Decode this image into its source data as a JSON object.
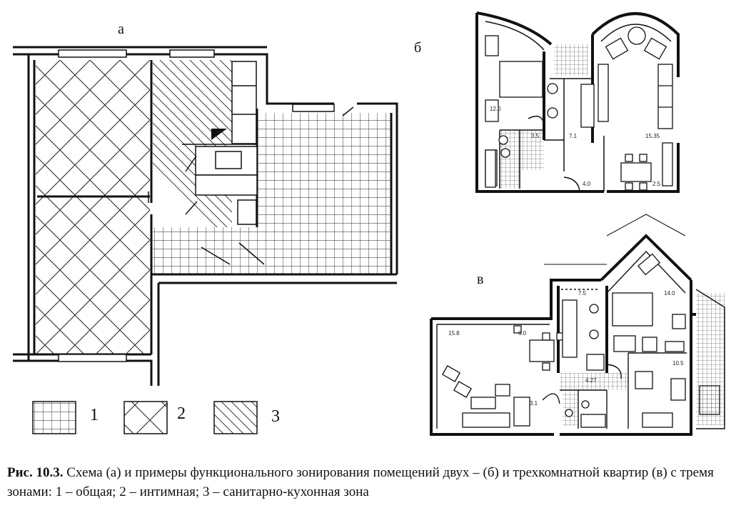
{
  "panels": {
    "a": {
      "label": "а"
    },
    "b": {
      "label": "б",
      "room_labels": [
        "12.0",
        "3.5",
        "7.1",
        "15.35",
        "4.0",
        "2.5"
      ]
    },
    "v": {
      "label": "в",
      "room_labels": [
        "15.8",
        "6.0",
        "7.5",
        "14.0",
        "10.5",
        "4.27",
        "3.1"
      ]
    }
  },
  "legend": [
    {
      "number": "1",
      "hatch": "grid"
    },
    {
      "number": "2",
      "hatch": "cross-diagonal"
    },
    {
      "number": "3",
      "hatch": "diagonal"
    }
  ],
  "caption": {
    "prefix": "Рис. 10.3.",
    "text": " Схема (а) и примеры функционального зонирования помещений двух –  (б) и трехкомнатной квартир (в) с тремя зонами: 1 – общая; 2 – интимная; 3 – санитарно-кухонная зона"
  },
  "colors": {
    "ink": "#111111",
    "paper": "#ffffff"
  }
}
